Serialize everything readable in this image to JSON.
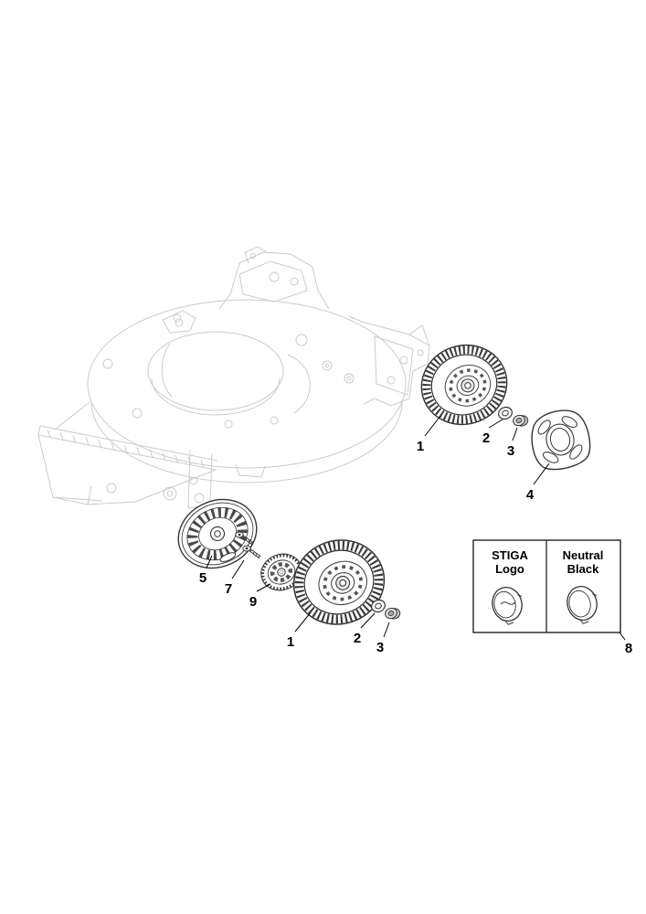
{
  "diagram": {
    "type": "exploded-parts-diagram",
    "subject": "lawn-mower-deck-and-wheels",
    "callouts": {
      "wheel_top": "1",
      "washer_top": "2",
      "nut_top": "3",
      "hub_cap": "4",
      "protection_disc": "5",
      "screws": "7",
      "gear": "9",
      "wheel_bottom": "1",
      "washer_bottom": "2",
      "nut_bottom": "3",
      "options_box": "8"
    },
    "options_box": {
      "option1": {
        "line1": "STIGA",
        "line2": "Logo"
      },
      "option2": {
        "line1": "Neutral",
        "line2": "Black"
      }
    },
    "colors": {
      "background": "#ffffff",
      "deck_outline": "#cbcbcb",
      "part_outline": "#333333",
      "label_text": "#000000"
    }
  }
}
